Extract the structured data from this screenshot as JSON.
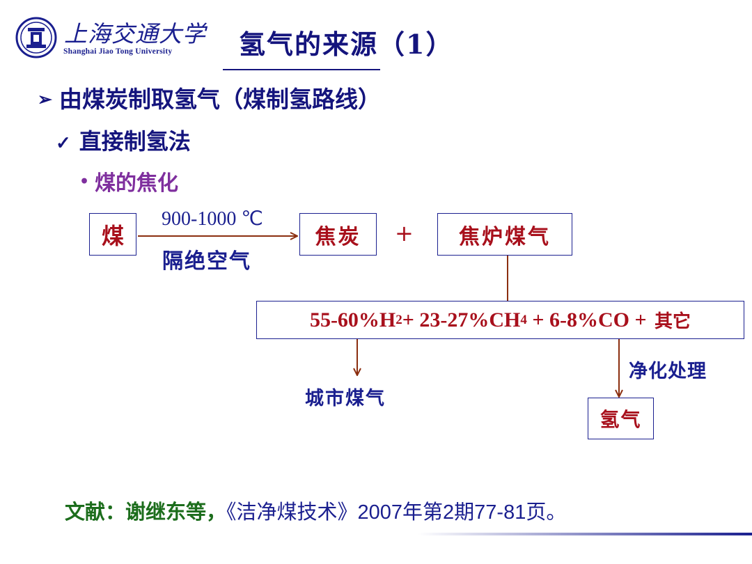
{
  "header": {
    "university_cn": "上海交通大学",
    "university_en": "Shanghai Jiao Tong University",
    "page_title": "氢气的来源（1）"
  },
  "bullets": {
    "level1": {
      "marker": "➢",
      "text": "由煤炭制取氢气（煤制氢路线）"
    },
    "level2": {
      "marker": "✓",
      "text": "直接制氢法"
    },
    "level3": {
      "marker": "•",
      "text": "煤的焦化"
    }
  },
  "diagram": {
    "coal": "煤",
    "condition_temp": "900-1000 ℃",
    "condition_iso": "隔绝空气",
    "coke": "焦炭",
    "plus": "+",
    "coke_oven_gas": "焦炉煤气",
    "composition": {
      "h2": "55-60%H",
      "h2_sub": "2",
      "ch4": " + 23-27%CH",
      "ch4_sub": "4",
      "co": " + 6-8%CO + ",
      "other": "其它"
    },
    "city_gas": "城市煤气",
    "purification": "净化处理",
    "hydrogen": "氢气"
  },
  "reference": {
    "lead": "文献：谢继东等，",
    "rest": "《洁净煤技术》2007年第2期77-81页。"
  },
  "colors": {
    "primary": "#14147d",
    "accent_red": "#a8101c",
    "arrow": "#8b2e0f",
    "bullet3": "#7f2f9e",
    "reference_lead": "#1c6d1c"
  }
}
